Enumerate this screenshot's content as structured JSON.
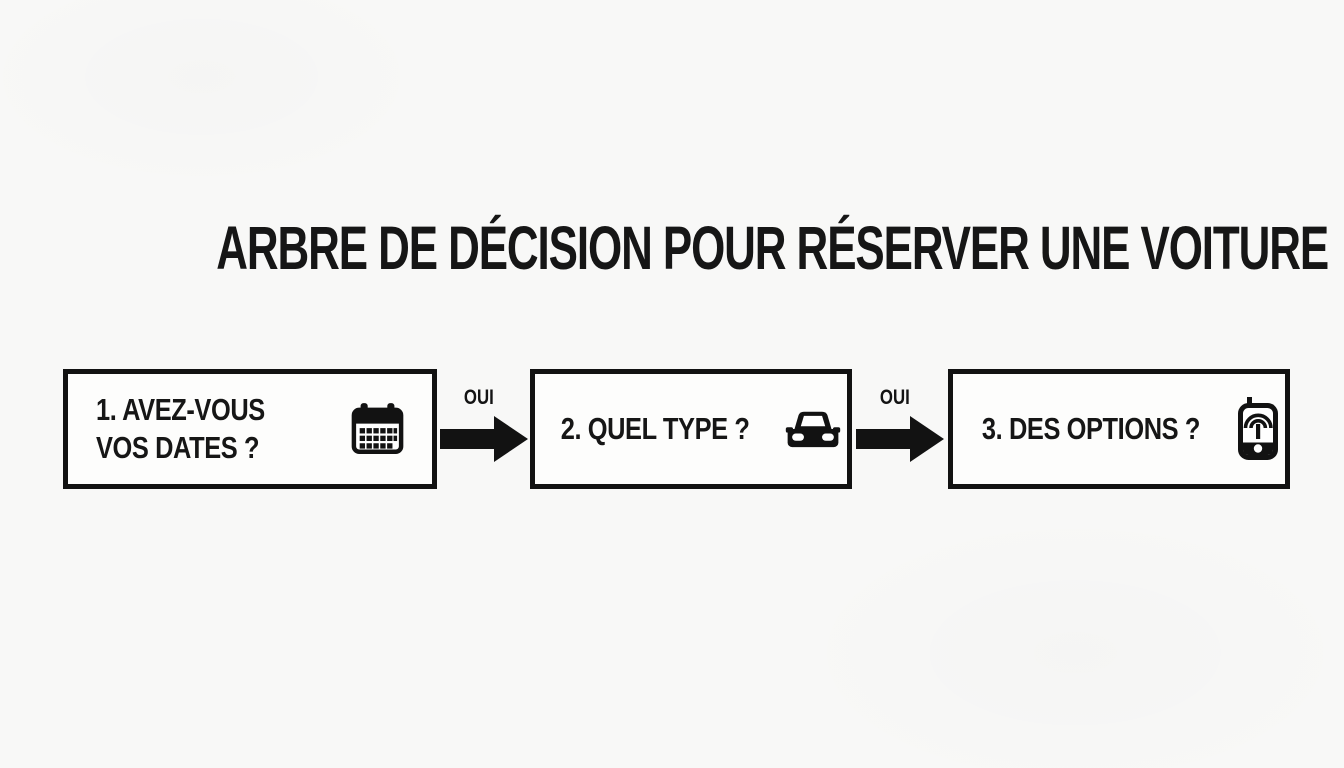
{
  "title": "ARBRE DE DÉCISION POUR RÉSERVER UNE VOITURE",
  "colors": {
    "ink": "#141414",
    "background": "#f8f8f7",
    "node_fill": "#fdfdfc"
  },
  "nodes": [
    {
      "id": "dates",
      "icon": "calendar-icon",
      "lines": [
        "1. AVEZ-VOUS",
        "VOS DATES ?"
      ]
    },
    {
      "id": "type",
      "icon": "car-icon",
      "lines": [
        "2. QUEL TYPE ?"
      ]
    },
    {
      "id": "options",
      "icon": "gps-phone-icon",
      "lines": [
        "3. DES OPTIONS ?"
      ]
    }
  ],
  "arrows": [
    {
      "label": "OUI"
    },
    {
      "label": "OUI"
    }
  ]
}
